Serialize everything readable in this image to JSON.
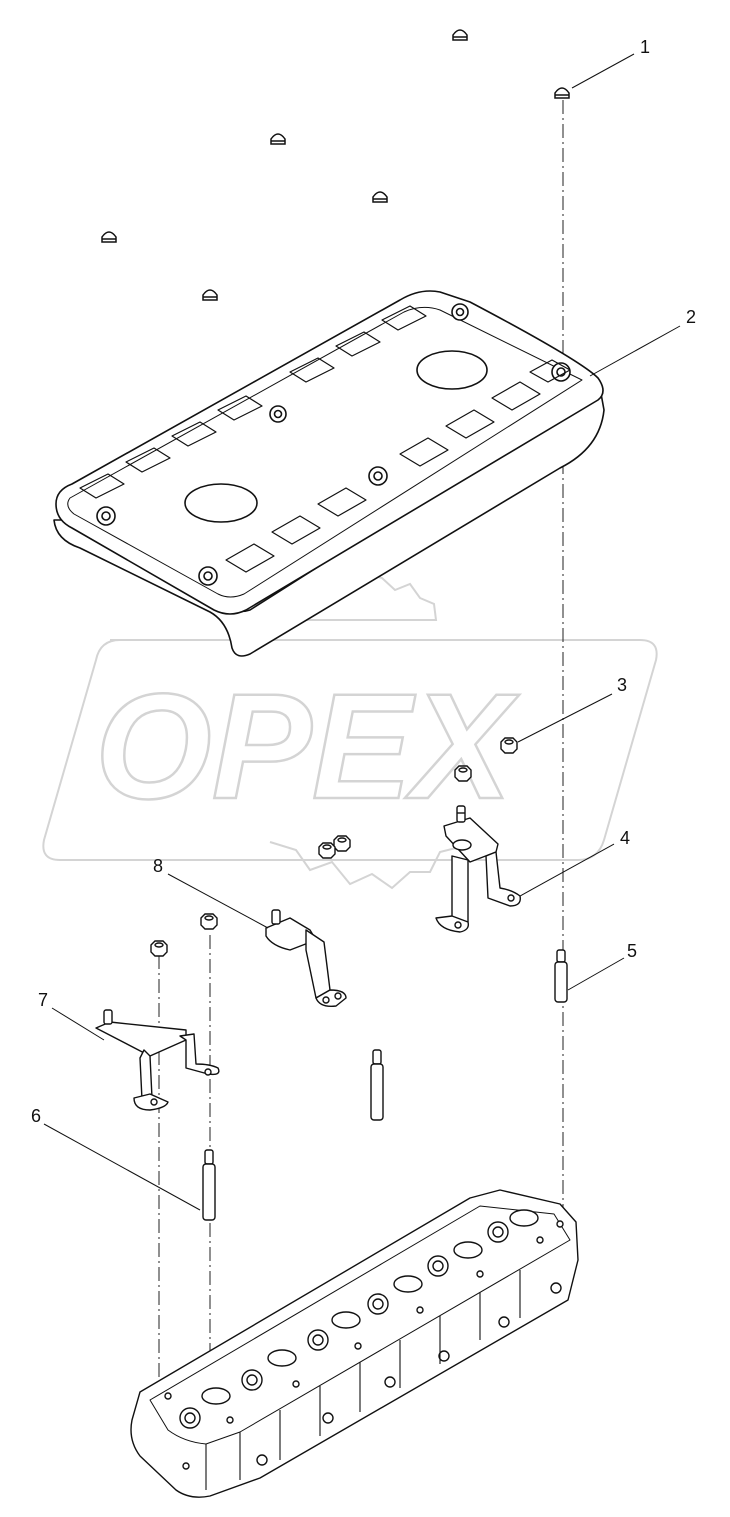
{
  "watermark": {
    "text": "OPEX"
  },
  "corner_mark": "",
  "callouts": [
    {
      "id": "1",
      "label": "1"
    },
    {
      "id": "2",
      "label": "2"
    },
    {
      "id": "3",
      "label": "3"
    },
    {
      "id": "4",
      "label": "4"
    },
    {
      "id": "5",
      "label": "5"
    },
    {
      "id": "6",
      "label": "6"
    },
    {
      "id": "7",
      "label": "7"
    },
    {
      "id": "8",
      "label": "8"
    }
  ],
  "colors": {
    "line": "#111111",
    "watermark": "#d4d4d4",
    "hole_fill": "#ffffff"
  }
}
